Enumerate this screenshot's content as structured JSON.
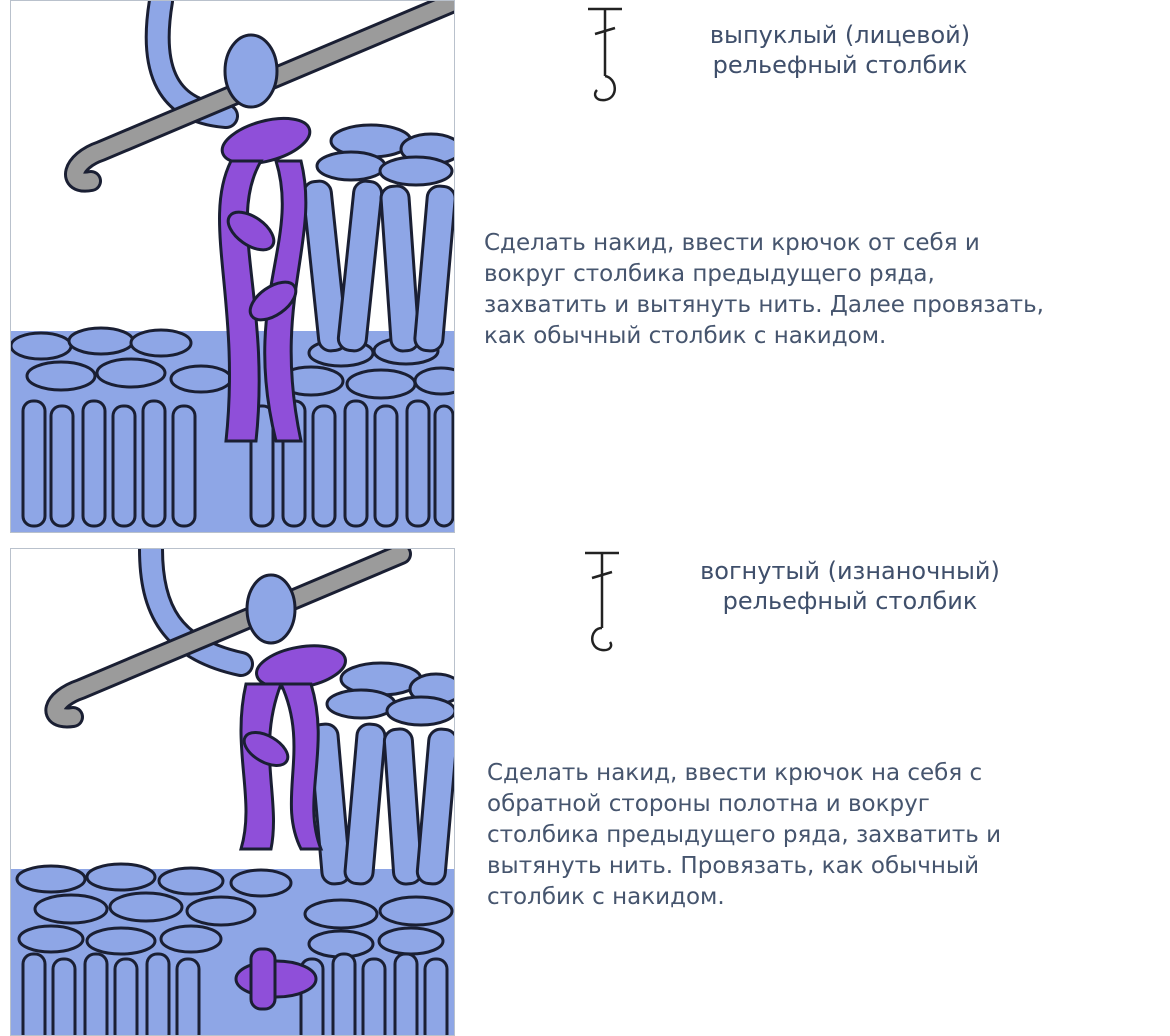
{
  "sections": [
    {
      "id": "front-post",
      "title_line1": "выпуклый (лицевой)",
      "title_line2": "рельефный столбик",
      "description_lines": [
        "Сделать накид, ввести крючок от себя и",
        "вокруг столбика предыдущего ряда,",
        "захватить и вытянуть нить. Далее провязать,",
        "как обычный столбик с накидом."
      ],
      "symbol_icon": "front-post-double-crochet-symbol"
    },
    {
      "id": "back-post",
      "title_line1": "вогнутый (изнаночный)",
      "title_line2": "рельефный столбик",
      "description_lines": [
        "Сделать накид, ввести крючок на себя с",
        "обратной стороны полотна и вокруг",
        "столбика предыдущего ряда, захватить и",
        "вытянуть нить. Провязать, как обычный",
        "столбик с накидом."
      ],
      "symbol_icon": "back-post-double-crochet-symbol"
    }
  ],
  "colors": {
    "yarn": "#8ea6e6",
    "yarn_outline": "#1a1f33",
    "highlight_stitch": "#8f4fd9",
    "hook": "#9b9b9b",
    "text": "#3f4f6b",
    "panel_border": "#b9c1cc"
  }
}
